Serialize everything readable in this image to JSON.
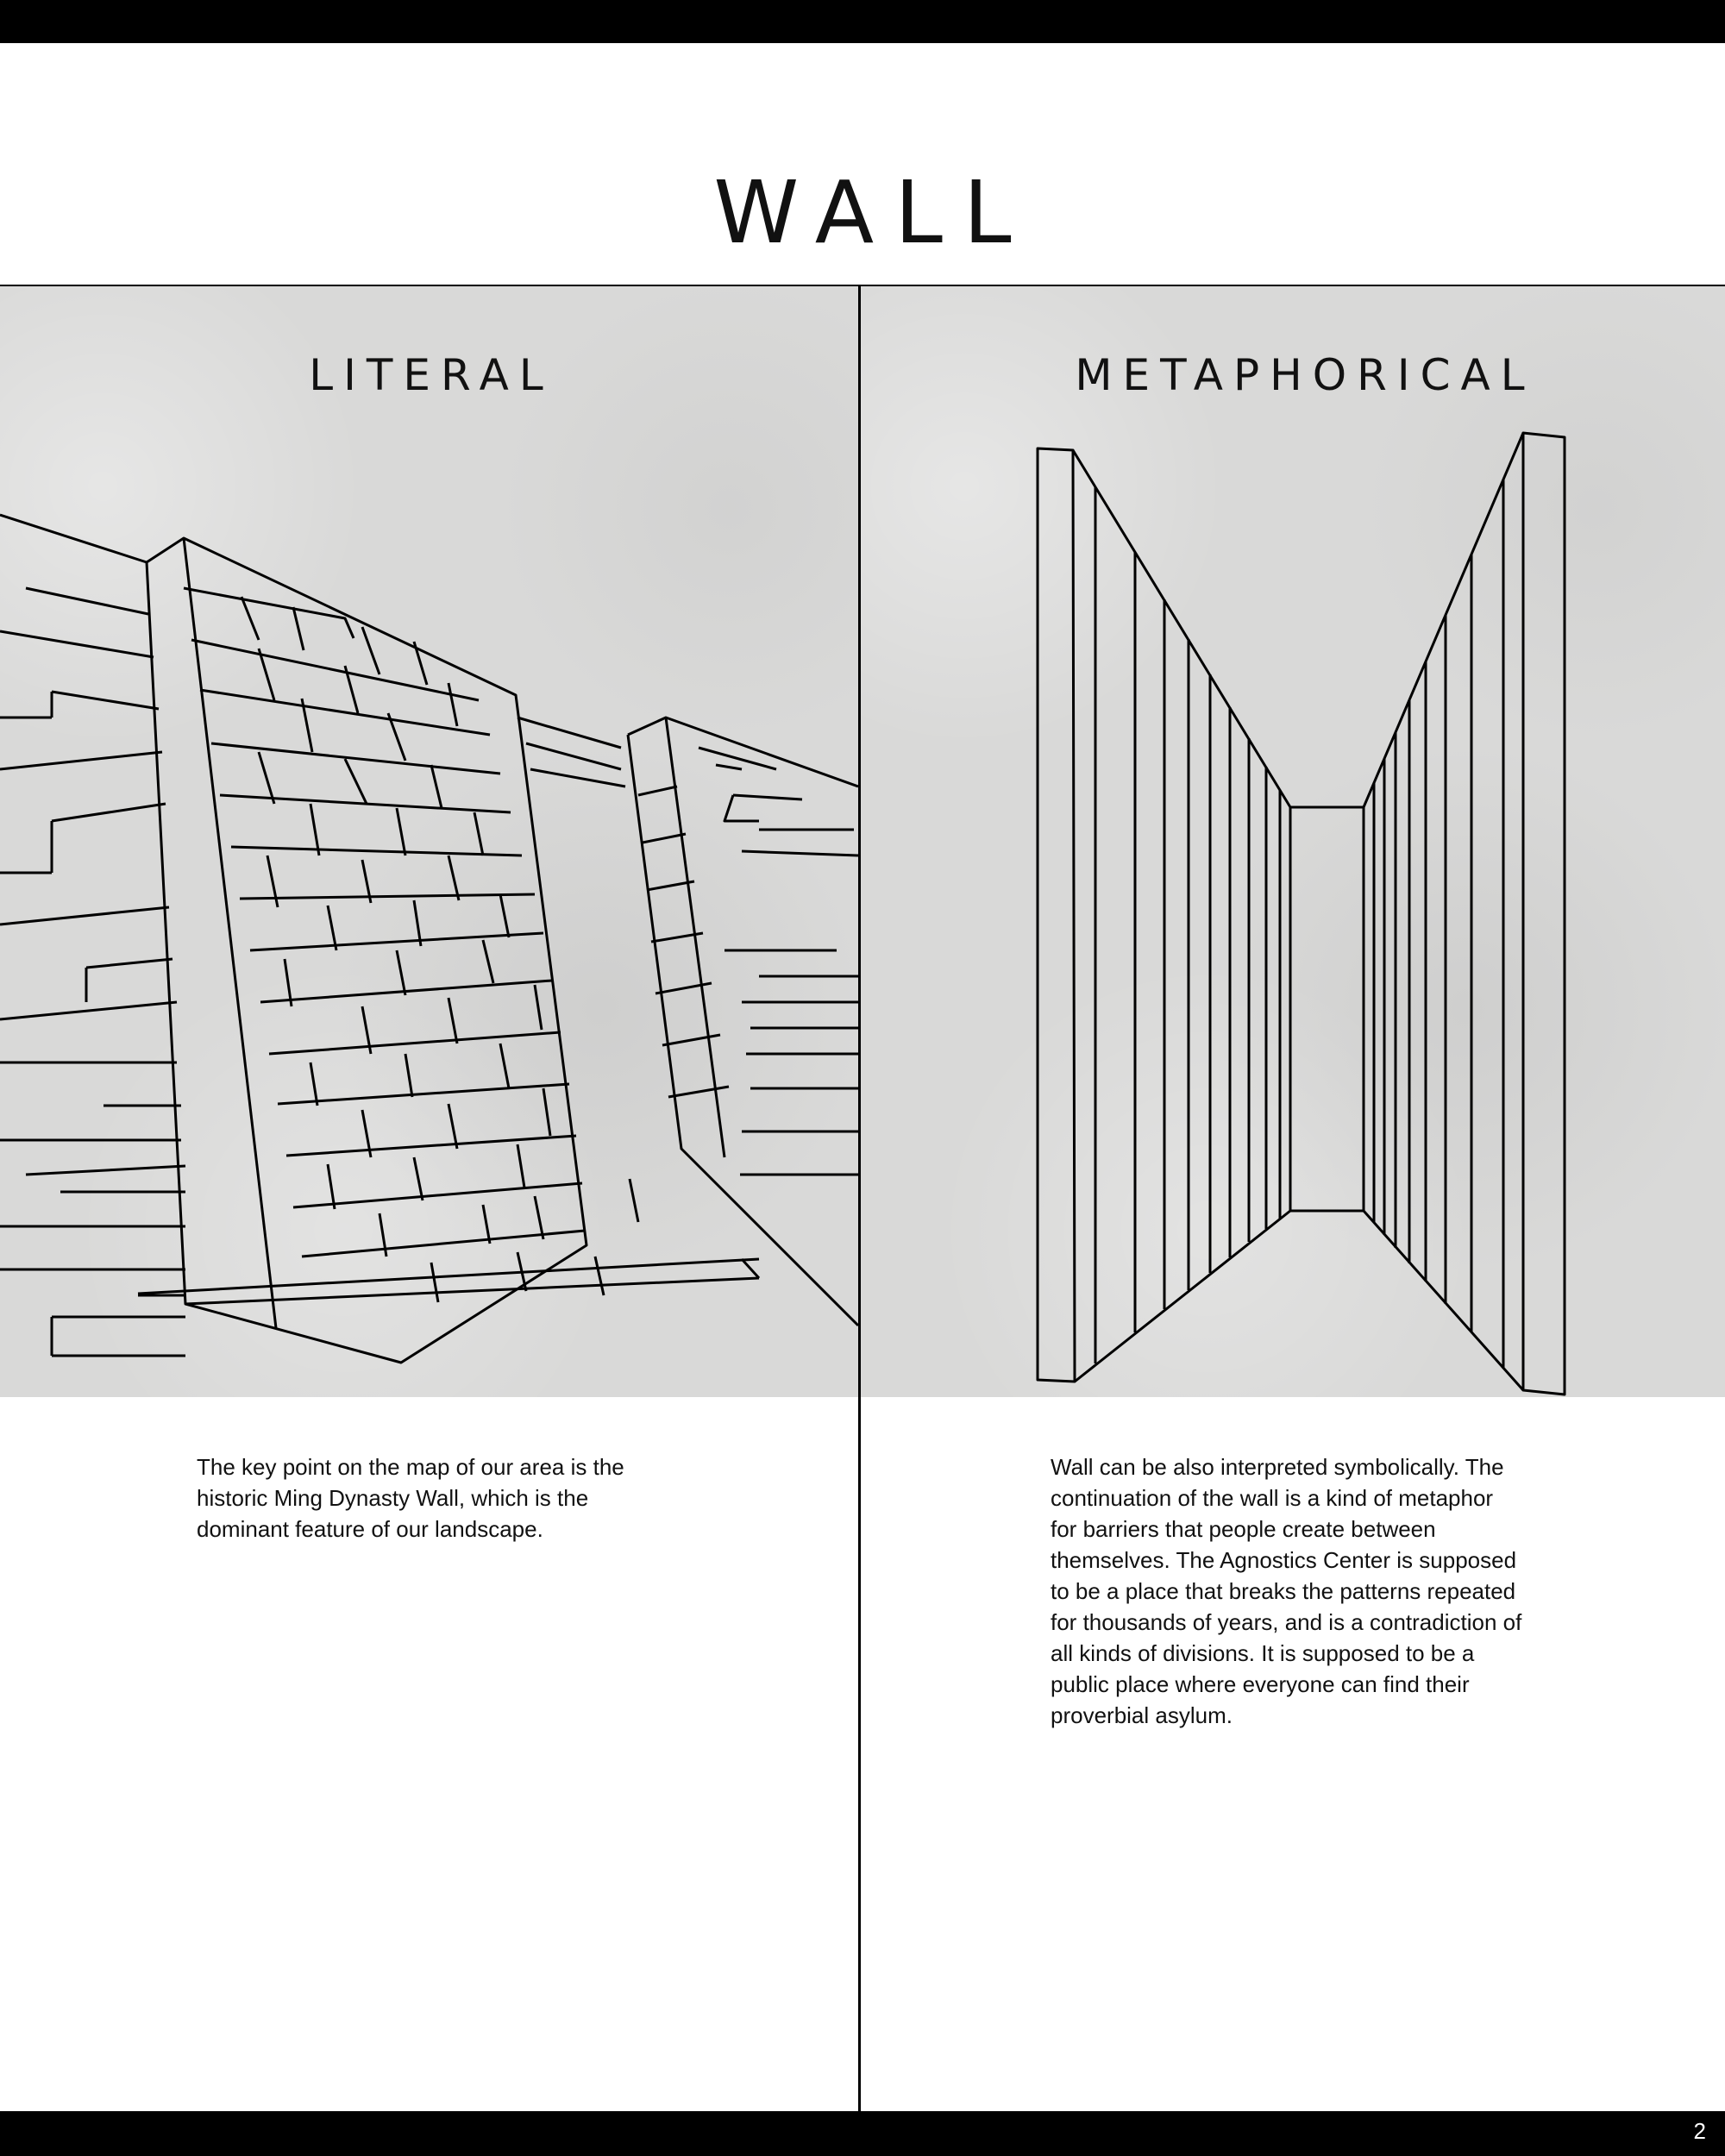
{
  "page": {
    "title": "WALL",
    "page_number": "2"
  },
  "literal": {
    "heading": "LITERAL",
    "text": "The key point on the map of our area is the\nhistoric  Ming Dynasty Wall, which is the\ndominant feature of our landscape."
  },
  "metaphorical": {
    "heading": "METAPHORICAL",
    "text": "Wall can be also interpreted symbolically. The\ncontinuation of the wall is a kind of metaphor\nfor barriers that people create between\nthemselves. The Agnostics Center is supposed\nto be a place that breaks the patterns repeated\nfor thousands of years, and is a contradiction of\nall kinds of divisions. It is supposed to be a\npublic place where everyone can find their\nproverbial asylum."
  },
  "colors": {
    "panel_background": "#d9d9d8",
    "line": "#000000",
    "bar": "#000000"
  }
}
